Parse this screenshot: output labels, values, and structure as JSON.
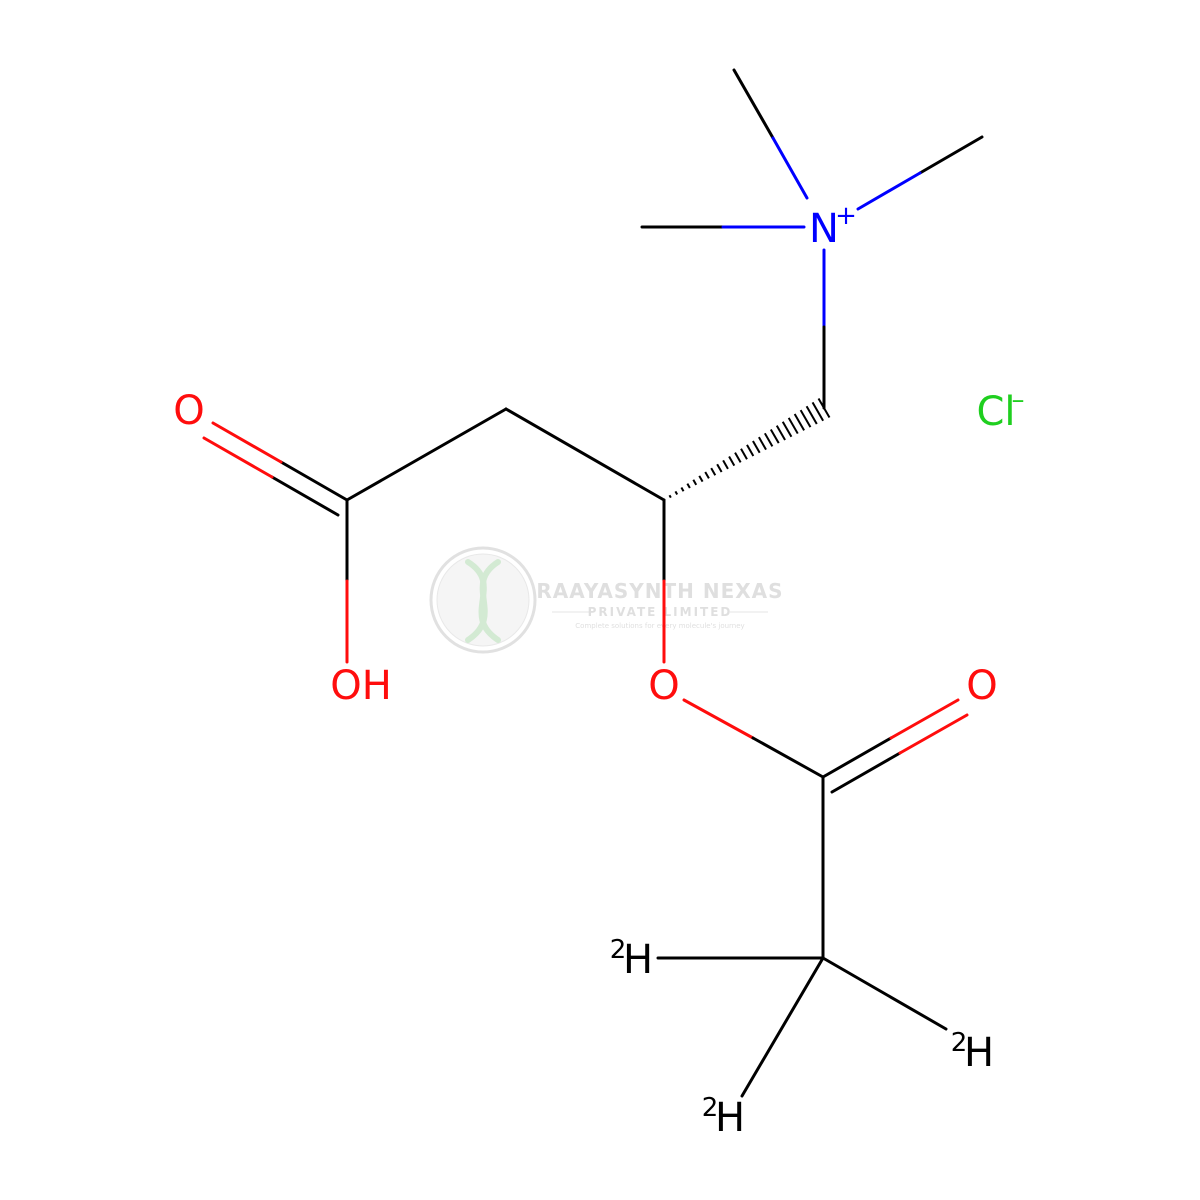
{
  "colors": {
    "bond": "#000000",
    "oxygen": "#ff0d0d",
    "nitrogen": "#0000ff",
    "chlorine": "#1fcf1f",
    "watermark": "#d9d9d9",
    "watermark_green": "#cfe8cf"
  },
  "atoms": {
    "n_plus": {
      "symbol": "N",
      "charge": "+"
    },
    "cl_minus": {
      "symbol": "Cl",
      "charge": "–"
    },
    "o_acid_carbonyl": "O",
    "oh_acid": "OH",
    "o_ester": "O",
    "o_ester_carbonyl": "O",
    "d_left": {
      "isotope": "2",
      "symbol": "H"
    },
    "d_right": {
      "isotope": "2",
      "symbol": "H"
    },
    "d_bottom": {
      "isotope": "2",
      "symbol": "H"
    }
  },
  "watermark": {
    "title": "RAAYASYNTH NEXAS",
    "subtitle": "PRIVATE LIMITED",
    "tagline": "Complete solutions for every molecule's journey",
    "icon": "dna-helix-icon"
  }
}
